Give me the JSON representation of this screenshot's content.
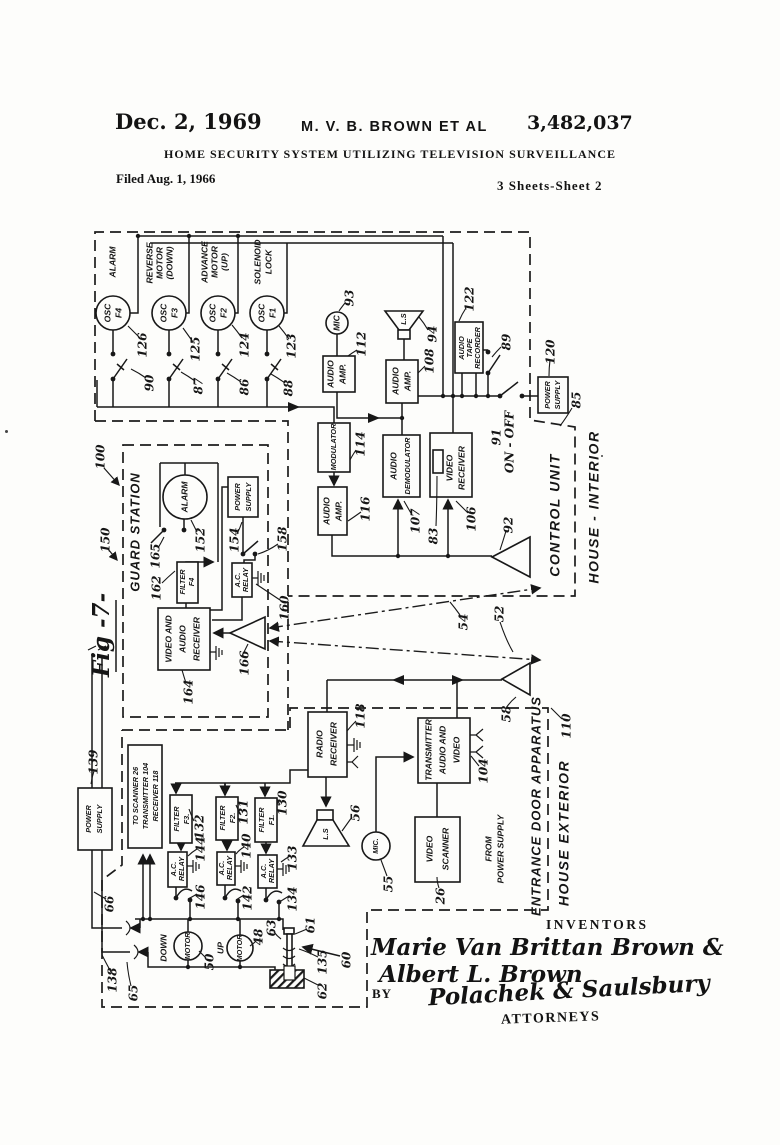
{
  "header": {
    "date": "Dec. 2, 1969",
    "author": "M. V. B. BROWN  ET AL",
    "number": "3,482,037",
    "title": "HOME SECURITY SYSTEM UTILIZING TELEVISION SURVEILLANCE",
    "filed": "Filed Aug. 1, 1966",
    "sheet": "3 Sheets-Sheet 2"
  },
  "fig": {
    "label": "Fig -7-"
  },
  "regions": {
    "guard": "GUARD STATION",
    "control": "CONTROL UNIT",
    "interior": "HOUSE - INTERIOR",
    "entrance": "ENTRANCE DOOR APPARATUS",
    "exterior": "HOUSE EXTERIOR"
  },
  "boxes": {
    "osc": "OSC",
    "f4": "F4",
    "f3": "F3",
    "f2": "F2",
    "f1": "F1",
    "alarm": "ALARM",
    "reverse": [
      "REVERSE",
      "MOTOR",
      "(DOWN)"
    ],
    "advance": [
      "ADVANCE",
      "MOTOR",
      "(UP)"
    ],
    "solenoid": [
      "SOLENOID",
      "LOCK"
    ],
    "mic": "MIC",
    "mic2": "MIC.",
    "ls": "L.S",
    "amp": [
      "AUDIO",
      "AMP."
    ],
    "tape": [
      "AUDIO",
      "TAPE",
      "RECORDER"
    ],
    "ps": [
      "POWER",
      "SUPPLY"
    ],
    "modulator": "MODULATOR",
    "demod": [
      "AUDIO",
      "DEMODULATOR"
    ],
    "vreceiver": [
      "VIDEO",
      "RECEIVER"
    ],
    "filter_f4": [
      "FILTER",
      "F4"
    ],
    "filter_f3": [
      "FILTER",
      "F3."
    ],
    "filter_f2": [
      "FILTER",
      "F2."
    ],
    "filter_f1": [
      "FILTER",
      "F1."
    ],
    "acrelay": [
      "A.C.",
      "RELAY"
    ],
    "var": [
      "VIDEO AND",
      "AUDIO",
      "RECEIVER"
    ],
    "rr": [
      "RADIO",
      "RECEIVER"
    ],
    "tav": [
      "TRANSMITTER",
      "AUDIO AND",
      "VIDEO"
    ],
    "vscanner": [
      "VIDEO",
      "SCANNER"
    ],
    "toscan": [
      "TO SCANNER 26",
      "TRANSMITTER 104",
      "RECEIVER 118"
    ],
    "fromps": [
      "FROM",
      "POWER SUPPLY"
    ],
    "down": "DOWN",
    "up": "UP",
    "motor": "MOTOR"
  },
  "refs": {
    "r100": "100",
    "r150": "150",
    "r126": "126",
    "r125": "125",
    "r124": "124",
    "r123": "123",
    "r90": "90",
    "r87": "87",
    "r86": "86",
    "r88": "88",
    "r93": "93",
    "r112": "112",
    "r94": "94",
    "r108": "108",
    "r122": "122",
    "r89": "89",
    "r91": "91",
    "on_off": "ON - OFF",
    "r120": "120",
    "r85": "85",
    "r114": "114",
    "r116": "116",
    "r107": "107",
    "r83": "83",
    "r106": "106",
    "r92": "92",
    "r152": "152",
    "r165": "165",
    "r154": "154",
    "r158": "158",
    "r162": "162",
    "r160": "160",
    "r164": "164",
    "r166": "166",
    "r54": "54",
    "r52": "52",
    "r58": "58",
    "r110": "110",
    "r139": "139",
    "r66": "66",
    "r138": "138",
    "r65": "65",
    "r132": "132",
    "r131": "131",
    "r130": "130",
    "r144": "144",
    "r140": "140",
    "r133": "133",
    "r146": "146",
    "r142": "142",
    "r134": "134",
    "r50": "50",
    "r48": "48",
    "r63": "63",
    "r61": "61",
    "r135": "135",
    "r60": "60",
    "r62": "62",
    "r26": "26",
    "r55": "55",
    "r56": "56",
    "r104": "104",
    "r118": "118"
  },
  "footer": {
    "inventors": "INVENTORS",
    "name1": "Marie Van Brittan Brown &",
    "name2": "Albert L. Brown",
    "by": "BY",
    "signature": "Polachek & Saulsbury",
    "attorneys": "ATTORNEYS"
  }
}
